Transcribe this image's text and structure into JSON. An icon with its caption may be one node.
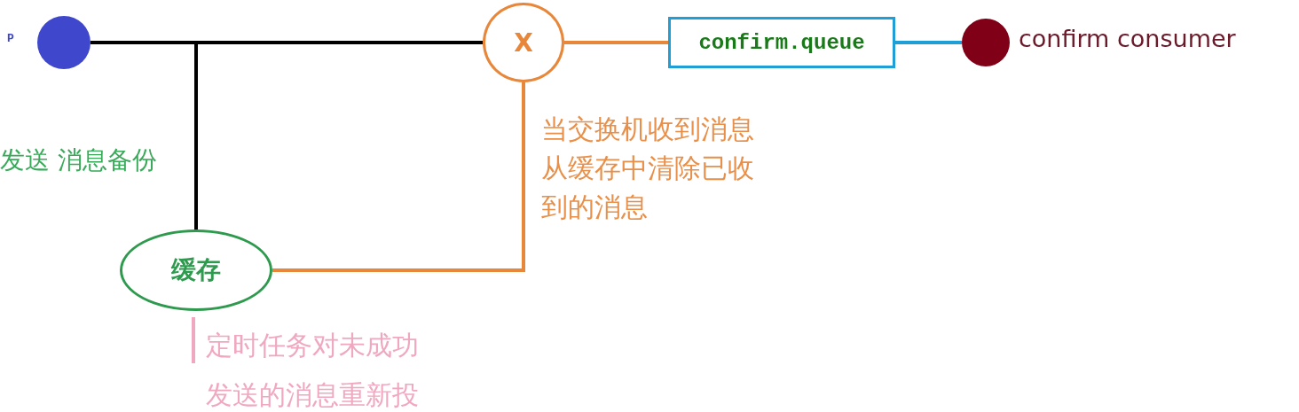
{
  "diagram": {
    "nodes": [
      {
        "text": [],
        "shape": "circle",
        "beside": [
          "P"
        ]
      },
      {
        "text": [
          "X"
        ]
      },
      {
        "text": [
          "confirm.queue"
        ]
      },
      {
        "text": [],
        "shape": "circle",
        "beside": [
          "confirm consumer"
        ]
      },
      {
        "text": [
          "缓存"
        ]
      }
    ],
    "edges": [
      {
        "from": 0,
        "to": 1,
        "arrow": "none"
      },
      {
        "from": 0,
        "to": 4,
        "arrow": "none"
      },
      {
        "from": 1,
        "to": 2,
        "arrow": "none",
        "color": "#e8873a"
      },
      {
        "from": 2,
        "to": 3,
        "arrow": "none",
        "color": "#1f9fd6"
      },
      {
        "from": 4,
        "to": 1,
        "arrow": "none",
        "color": "#e8873a"
      }
    ],
    "labels": [
      "发送 消息备份",
      "当交换机收到消息从缓存中清除已收到的消息",
      "定时任务对未成功发送的消息重新投递"
    ]
  }
}
